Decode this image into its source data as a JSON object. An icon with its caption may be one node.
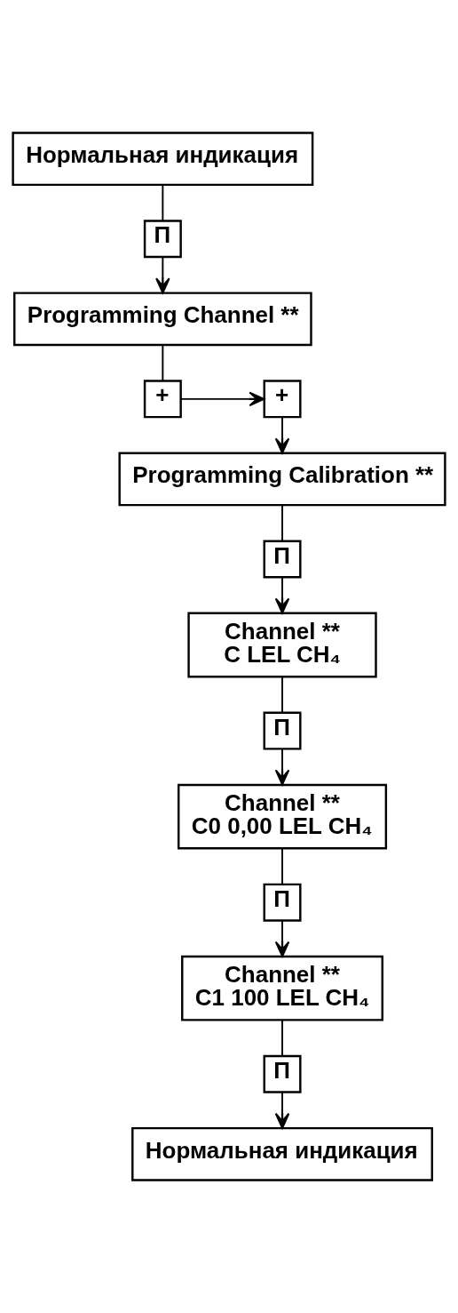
{
  "diagram": {
    "nodes": [
      {
        "text": [
          "Нормальная индикация"
        ]
      },
      {
        "text": [
          "П"
        ]
      },
      {
        "text": [
          "Programming Channel **"
        ]
      },
      {
        "text": [
          "+"
        ]
      },
      {
        "text": [
          "+"
        ]
      },
      {
        "text": [
          "Programming Calibration **"
        ]
      },
      {
        "text": [
          "П"
        ]
      },
      {
        "text": [
          "Channel **",
          "C LEL CH₄"
        ]
      },
      {
        "text": [
          "П"
        ]
      },
      {
        "text": [
          "Channel **",
          "C0 0,00 LEL CH₄"
        ]
      },
      {
        "text": [
          "П"
        ]
      },
      {
        "text": [
          "Channel **",
          "C1 100 LEL CH₄"
        ]
      },
      {
        "text": [
          "П"
        ]
      },
      {
        "text": [
          "Нормальная индикация"
        ]
      }
    ],
    "edges": [
      {
        "from": 0,
        "to": 1,
        "arrow": "none"
      },
      {
        "from": 1,
        "to": 2,
        "arrow": "to"
      },
      {
        "from": 2,
        "to": 3,
        "arrow": "none"
      },
      {
        "from": 3,
        "to": 4,
        "arrow": "to"
      },
      {
        "from": 4,
        "to": 5,
        "arrow": "to"
      },
      {
        "from": 5,
        "to": 6,
        "arrow": "none"
      },
      {
        "from": 6,
        "to": 7,
        "arrow": "to"
      },
      {
        "from": 7,
        "to": 8,
        "arrow": "none"
      },
      {
        "from": 8,
        "to": 9,
        "arrow": "to"
      },
      {
        "from": 9,
        "to": 10,
        "arrow": "none"
      },
      {
        "from": 10,
        "to": 11,
        "arrow": "to"
      },
      {
        "from": 11,
        "to": 12,
        "arrow": "none"
      },
      {
        "from": 12,
        "to": 13,
        "arrow": "to"
      }
    ]
  }
}
